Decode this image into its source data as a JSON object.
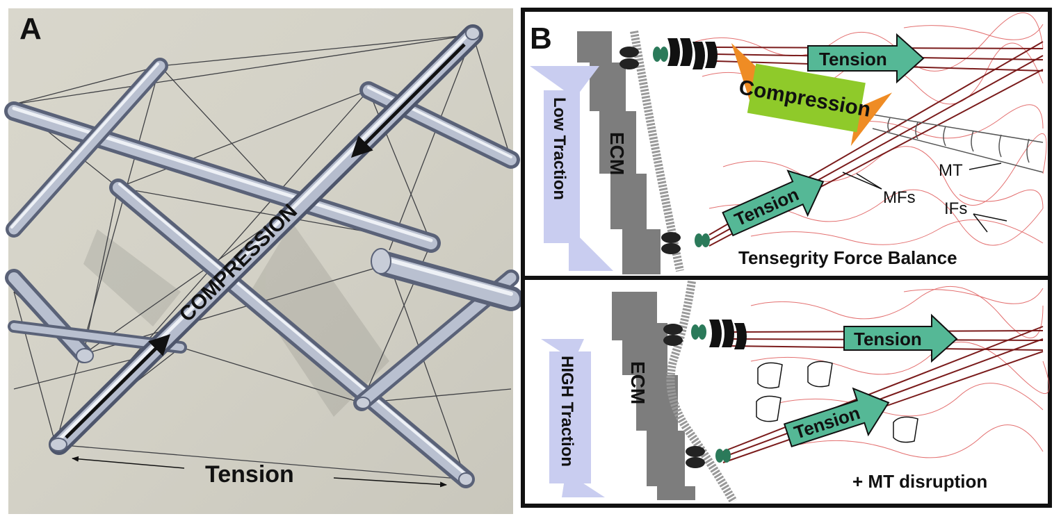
{
  "panel_a": {
    "letter": "A",
    "compression_label": "COMPRESSION",
    "tension_label": "Tension"
  },
  "panel_b": {
    "letter": "B",
    "top": {
      "ecm_label": "ECM",
      "traction_label": "Low Traction",
      "tension_upper": "Tension",
      "compression": "Compression",
      "tension_lower": "Tension",
      "mt_label": "MT",
      "mfs_label": "MFs",
      "ifs_label": "IFs",
      "caption": "Tensegrity Force Balance"
    },
    "bottom": {
      "ecm_label": "ECM",
      "traction_label": "HIGH Traction",
      "tension_upper": "Tension",
      "tension_lower": "Tension",
      "caption": "+ MT disruption"
    }
  },
  "colors": {
    "tension_arrow": "#55b896",
    "compression_body": "#8fca2a",
    "compression_heads": "#ef8c24",
    "traction": "#c9cdf0",
    "ecm": "#7d7d7d",
    "photo_bg": "#d6d3c8"
  }
}
